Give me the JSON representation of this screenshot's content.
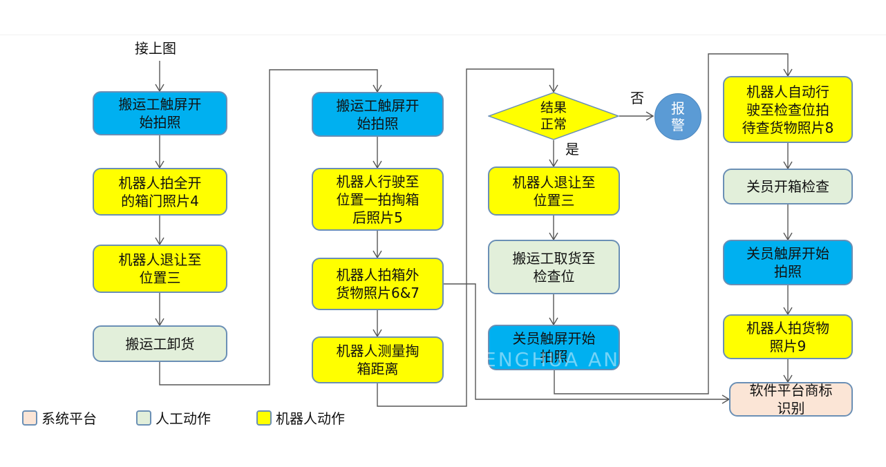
{
  "diagram": {
    "start_label": "接上图",
    "columns": [
      {
        "nodes": [
          {
            "text": "搬运工触屏开\n始拍照",
            "type": "system"
          },
          {
            "text": "机器人拍全开\n的箱门照片4",
            "type": "robot"
          },
          {
            "text": "机器人退让至\n位置三",
            "type": "robot"
          },
          {
            "text": "搬运工卸货",
            "type": "human"
          }
        ]
      },
      {
        "nodes": [
          {
            "text": "搬运工触屏开\n始拍照",
            "type": "system"
          },
          {
            "text": "机器人行驶至\n位置一拍掏箱\n后照片5",
            "type": "robot"
          },
          {
            "text": "机器人拍箱外\n货物照片6&7",
            "type": "robot"
          },
          {
            "text": "机器人测量掏\n箱距离",
            "type": "robot"
          }
        ]
      },
      {
        "decision": {
          "text": "结果\n正常",
          "yes_label": "是",
          "no_label": "否"
        },
        "alarm": {
          "text": "报\n警"
        },
        "nodes": [
          {
            "text": "机器人退让至\n位置三",
            "type": "robot"
          },
          {
            "text": "搬运工取货至\n检查位",
            "type": "human"
          },
          {
            "text": "关员触屏开始\n拍照",
            "type": "system"
          }
        ]
      },
      {
        "nodes": [
          {
            "text": "机器人自动行\n驶至检查位拍\n待查货物照片8",
            "type": "robot"
          },
          {
            "text": "关员开箱检查",
            "type": "human"
          },
          {
            "text": "关员触屏开始\n拍照",
            "type": "system"
          },
          {
            "text": "机器人拍货物\n照片9",
            "type": "robot"
          },
          {
            "text": "软件平台商标\n识别",
            "type": "platform"
          }
        ]
      }
    ],
    "legend": [
      {
        "label": "系统平台",
        "color": "#fbe5d6"
      },
      {
        "label": "人工动作",
        "color": "#e2efda"
      },
      {
        "label": "机器人动作",
        "color": "#ffff00"
      }
    ],
    "watermark": "ENGHUA    AN"
  },
  "colors": {
    "touch_blue": "#00b0f0",
    "robot_yellow": "#ffff00",
    "human_green": "#e2efda",
    "platform_peach": "#fbe5d6",
    "alarm_blue": "#5b9bd5",
    "border": "#6a8fb5",
    "wire": "#555555"
  }
}
